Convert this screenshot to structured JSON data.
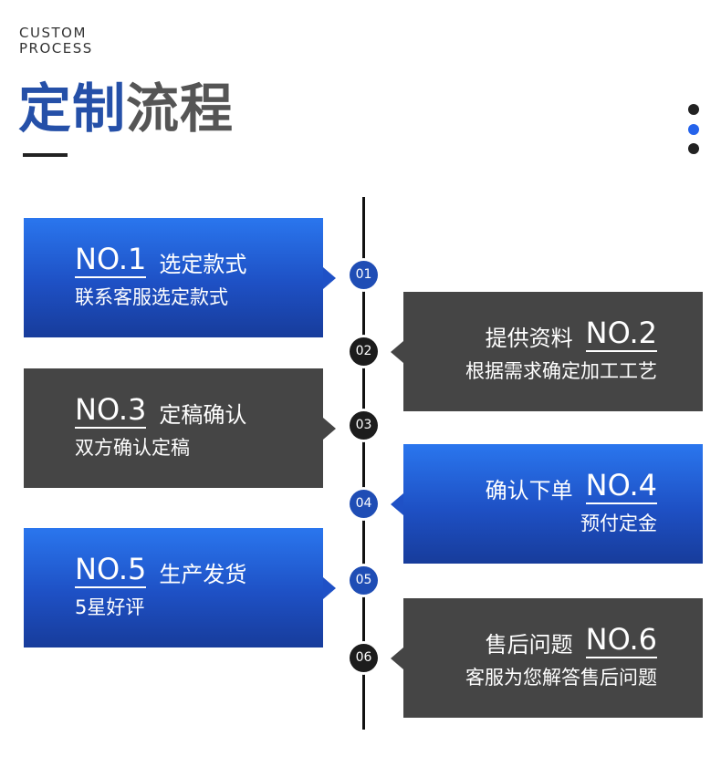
{
  "header": {
    "label_line1": "CUSTOM",
    "label_line2": "PROCESS",
    "title_accent": "定制",
    "title_rest": "流程"
  },
  "colors": {
    "accent_blue": "#2550a8",
    "title_gray": "#555555",
    "card_blue": "#1f51c6",
    "card_dark": "#454545",
    "pager_active": "#2563eb",
    "pager_inactive": "#222222"
  },
  "pager": {
    "dots": 3,
    "active_index": 1
  },
  "steps": [
    {
      "node": "01",
      "no": "NO.1",
      "title": "选定款式",
      "desc": "联系客服选定款式"
    },
    {
      "node": "02",
      "no": "NO.2",
      "title": "提供资料",
      "desc": "根据需求确定加工工艺"
    },
    {
      "node": "03",
      "no": "NO.3",
      "title": "定稿确认",
      "desc": "双方确认定稿"
    },
    {
      "node": "04",
      "no": "NO.4",
      "title": "确认下单",
      "desc": "预付定金"
    },
    {
      "node": "05",
      "no": "NO.5",
      "title": "生产发货",
      "desc": "5星好评"
    },
    {
      "node": "06",
      "no": "NO.6",
      "title": "售后问题",
      "desc": "客服为您解答售后问题"
    }
  ]
}
